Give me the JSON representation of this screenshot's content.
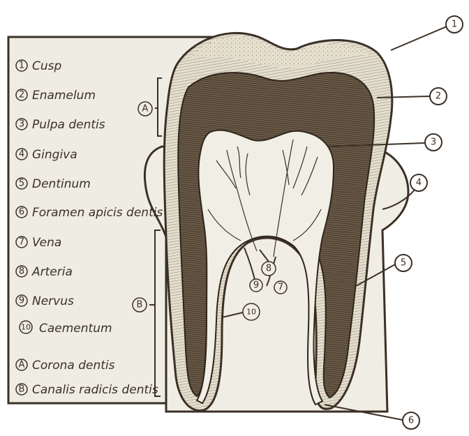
{
  "legend": [
    {
      "marker": "1",
      "label": "Cusp"
    },
    {
      "marker": "2",
      "label": "Enamelum"
    },
    {
      "marker": "3",
      "label": "Pulpa dentis"
    },
    {
      "marker": "4",
      "label": "Gingiva"
    },
    {
      "marker": "5",
      "label": "Dentinum"
    },
    {
      "marker": "6",
      "label": "Foramen apicis dentis"
    },
    {
      "marker": "7",
      "label": "Vena"
    },
    {
      "marker": "8",
      "label": "Arteria"
    },
    {
      "marker": "9",
      "label": "Nervus"
    },
    {
      "marker": "10",
      "label": "Caementum"
    },
    {
      "marker": "A",
      "label": "Corona dentis"
    },
    {
      "marker": "B",
      "label": "Canalis radicis dentis"
    }
  ],
  "colors": {
    "background_panel": "#eeece3",
    "ink": "#3b3026",
    "enamel": "#e2dccb",
    "dentin": "#6e5f4c",
    "pulp": "#f1eee5",
    "gum": "#f0ede4"
  }
}
